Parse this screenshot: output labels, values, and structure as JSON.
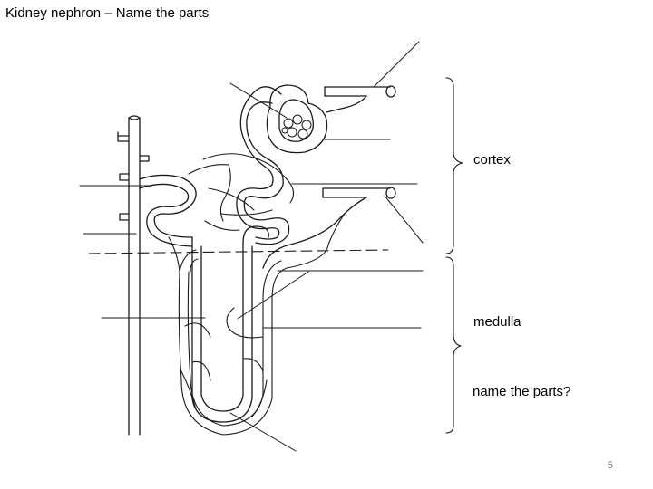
{
  "slide": {
    "title": "Kidney nephron – Name the parts",
    "page_number": "5"
  },
  "labels": {
    "cortex": "cortex",
    "medulla": "medulla",
    "prompt": "name the parts?"
  },
  "colors": {
    "ink": "#1a1a1a",
    "text": "#000000",
    "page_number": "#777777"
  }
}
